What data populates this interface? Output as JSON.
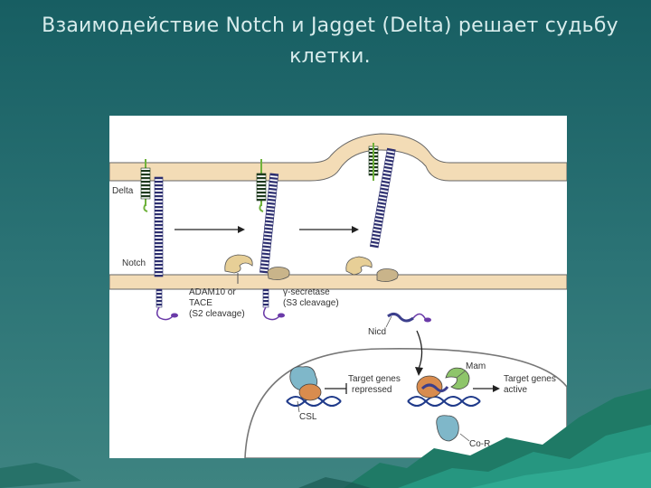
{
  "slide": {
    "title": "Взаимодействие Notch и Jagget (Delta) решает судьбу клетки."
  },
  "diagram": {
    "labels": {
      "delta": "Delta",
      "notch": "Notch",
      "adam10": "ADAM10 or",
      "tace": "TACE",
      "s2": "(S2 cleavage)",
      "gamma": "γ-secretase",
      "s3": "(S3 cleavage)",
      "nicd": "Nicd",
      "mam": "Mam",
      "target_repressed_1": "Target genes",
      "target_repressed_2": "repressed",
      "target_active_1": "Target genes",
      "target_active_2": "active",
      "csl": "CSL",
      "cor": "Co-R"
    },
    "colors": {
      "membrane_fill": "#f3dcb6",
      "membrane_line": "#555555",
      "delta_green": "#6fb23c",
      "notch_blue": "#3c3f8c",
      "enzyme_beige": "#e7cf97",
      "csl_blue": "#7fb7c9",
      "mam_green": "#8ec56a",
      "nicd_purple": "#6a3aa8"
    }
  }
}
